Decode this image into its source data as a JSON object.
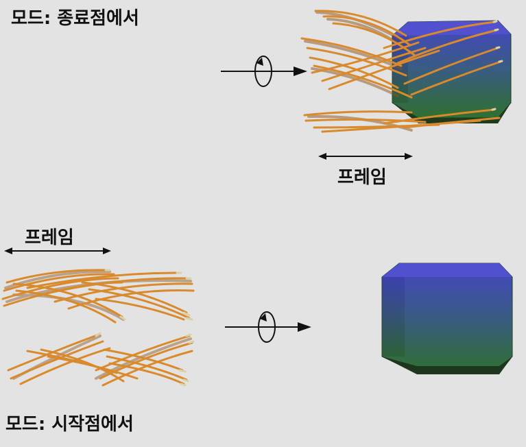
{
  "labels": {
    "mode_end": "모드: 종료점에서",
    "mode_start": "모드: 시작점에서",
    "frame_top": "프레임",
    "frame_bottom": "프레임"
  },
  "colors": {
    "background": "#e3e3e3",
    "fiber": "#d98a2c",
    "fiber_shadow": "#8a5520",
    "fiber_tip": "#d9d2a8",
    "box_top": "#4b4cc0",
    "box_bottom": "#2f6a2f",
    "box_base": "#1f3a1f",
    "arrow": "#111111"
  },
  "icons": {
    "rotation": "rotation-arrow-icon"
  }
}
